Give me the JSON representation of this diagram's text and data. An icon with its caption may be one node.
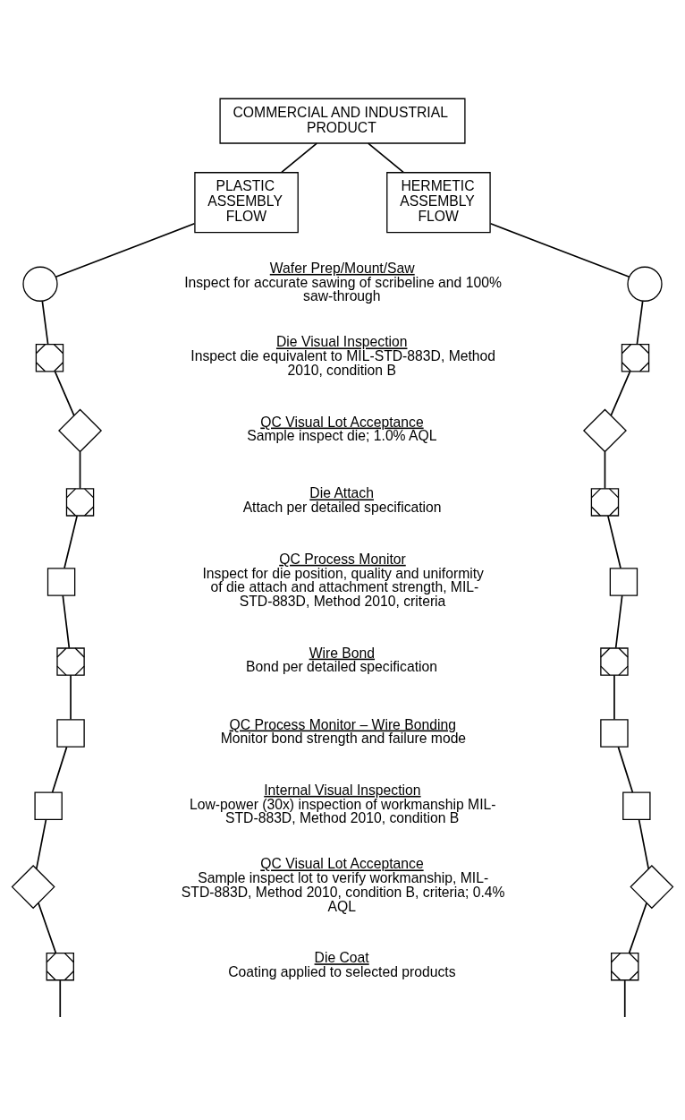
{
  "diagram": {
    "nodes": [
      {
        "text": [
          "COMMERCIAL AND INDUSTRIAL PRODUCT"
        ]
      },
      {
        "text": [
          "PLASTIC ASSEMBLY FLOW"
        ]
      },
      {
        "text": [
          "HERMETIC ASSEMBLY FLOW"
        ]
      },
      {
        "text": [],
        "shape": "circle"
      },
      {
        "text": [],
        "shape": "circle"
      },
      {
        "text": [],
        "shape": "square"
      },
      {
        "text": [],
        "shape": "square"
      },
      {
        "text": [],
        "shape": "diamond"
      },
      {
        "text": [],
        "shape": "diamond"
      },
      {
        "text": [],
        "shape": "square"
      },
      {
        "text": [],
        "shape": "square"
      },
      {
        "text": [],
        "shape": "box"
      },
      {
        "text": [],
        "shape": "box"
      },
      {
        "text": [],
        "shape": "square"
      },
      {
        "text": [],
        "shape": "square"
      },
      {
        "text": [],
        "shape": "box"
      },
      {
        "text": [],
        "shape": "box"
      },
      {
        "text": [],
        "shape": "box"
      },
      {
        "text": [],
        "shape": "box"
      },
      {
        "text": [],
        "shape": "diamond"
      },
      {
        "text": [],
        "shape": "diamond"
      },
      {
        "text": [],
        "shape": "square"
      },
      {
        "text": [],
        "shape": "square"
      }
    ],
    "edges": [
      {
        "from": 0,
        "to": 1,
        "arrow": "none"
      },
      {
        "from": 0,
        "to": 2,
        "arrow": "none"
      },
      {
        "from": 1,
        "to": 3,
        "arrow": "none"
      },
      {
        "from": 2,
        "to": 4,
        "arrow": "none"
      },
      {
        "from": 3,
        "to": 5,
        "arrow": "none"
      },
      {
        "from": 5,
        "to": 7,
        "arrow": "none"
      },
      {
        "from": 7,
        "to": 9,
        "arrow": "none"
      },
      {
        "from": 9,
        "to": 11,
        "arrow": "none"
      },
      {
        "from": 11,
        "to": 13,
        "arrow": "none"
      },
      {
        "from": 13,
        "to": 15,
        "arrow": "none"
      },
      {
        "from": 15,
        "to": 17,
        "arrow": "none"
      },
      {
        "from": 17,
        "to": 19,
        "arrow": "none"
      },
      {
        "from": 19,
        "to": 21,
        "arrow": "none"
      },
      {
        "from": 4,
        "to": 6,
        "arrow": "none"
      },
      {
        "from": 6,
        "to": 8,
        "arrow": "none"
      },
      {
        "from": 8,
        "to": 10,
        "arrow": "none"
      },
      {
        "from": 10,
        "to": 12,
        "arrow": "none"
      },
      {
        "from": 12,
        "to": 14,
        "arrow": "none"
      },
      {
        "from": 14,
        "to": 16,
        "arrow": "none"
      },
      {
        "from": 16,
        "to": 18,
        "arrow": "none"
      },
      {
        "from": 18,
        "to": 20,
        "arrow": "none"
      },
      {
        "from": 20,
        "to": 22,
        "arrow": "none"
      },
      {
        "from": 21,
        "to": null,
        "arrow": "none"
      },
      {
        "from": 22,
        "to": null,
        "arrow": "none"
      }
    ],
    "labels": [
      "Wafer Prep/Mount/Saw",
      "Inspect for accurate sawing of scribeline and 100% saw-through",
      "Die Visual Inspection",
      "Inspect die equivalent to MIL-STD-883D, Method 2010, condition B",
      "QC Visual Lot Acceptance",
      "Sample inspect die; 1.0% AQL",
      "Die Attach",
      "Attach per detailed specification",
      "QC Process Monitor",
      "Inspect for die position, quality and uniformity of die attach and attachment strength, MIL-STD-883D, Method 2010, criteria",
      "Wire Bond",
      "Bond per detailed specification",
      "QC Process Monitor – Wire Bonding",
      "Monitor bond strength and failure mode",
      "Internal Visual Inspection",
      "Low-power (30x) inspection of workmanship MIL-STD-883D, Method 2010, condition B",
      "QC Visual Lot Acceptance",
      "Sample inspect lot to verify workmanship, MIL-STD-883D, Method 2010, condition B, criteria; 0.4% AQL",
      "Die Coat",
      "Coating applied to selected products"
    ]
  }
}
